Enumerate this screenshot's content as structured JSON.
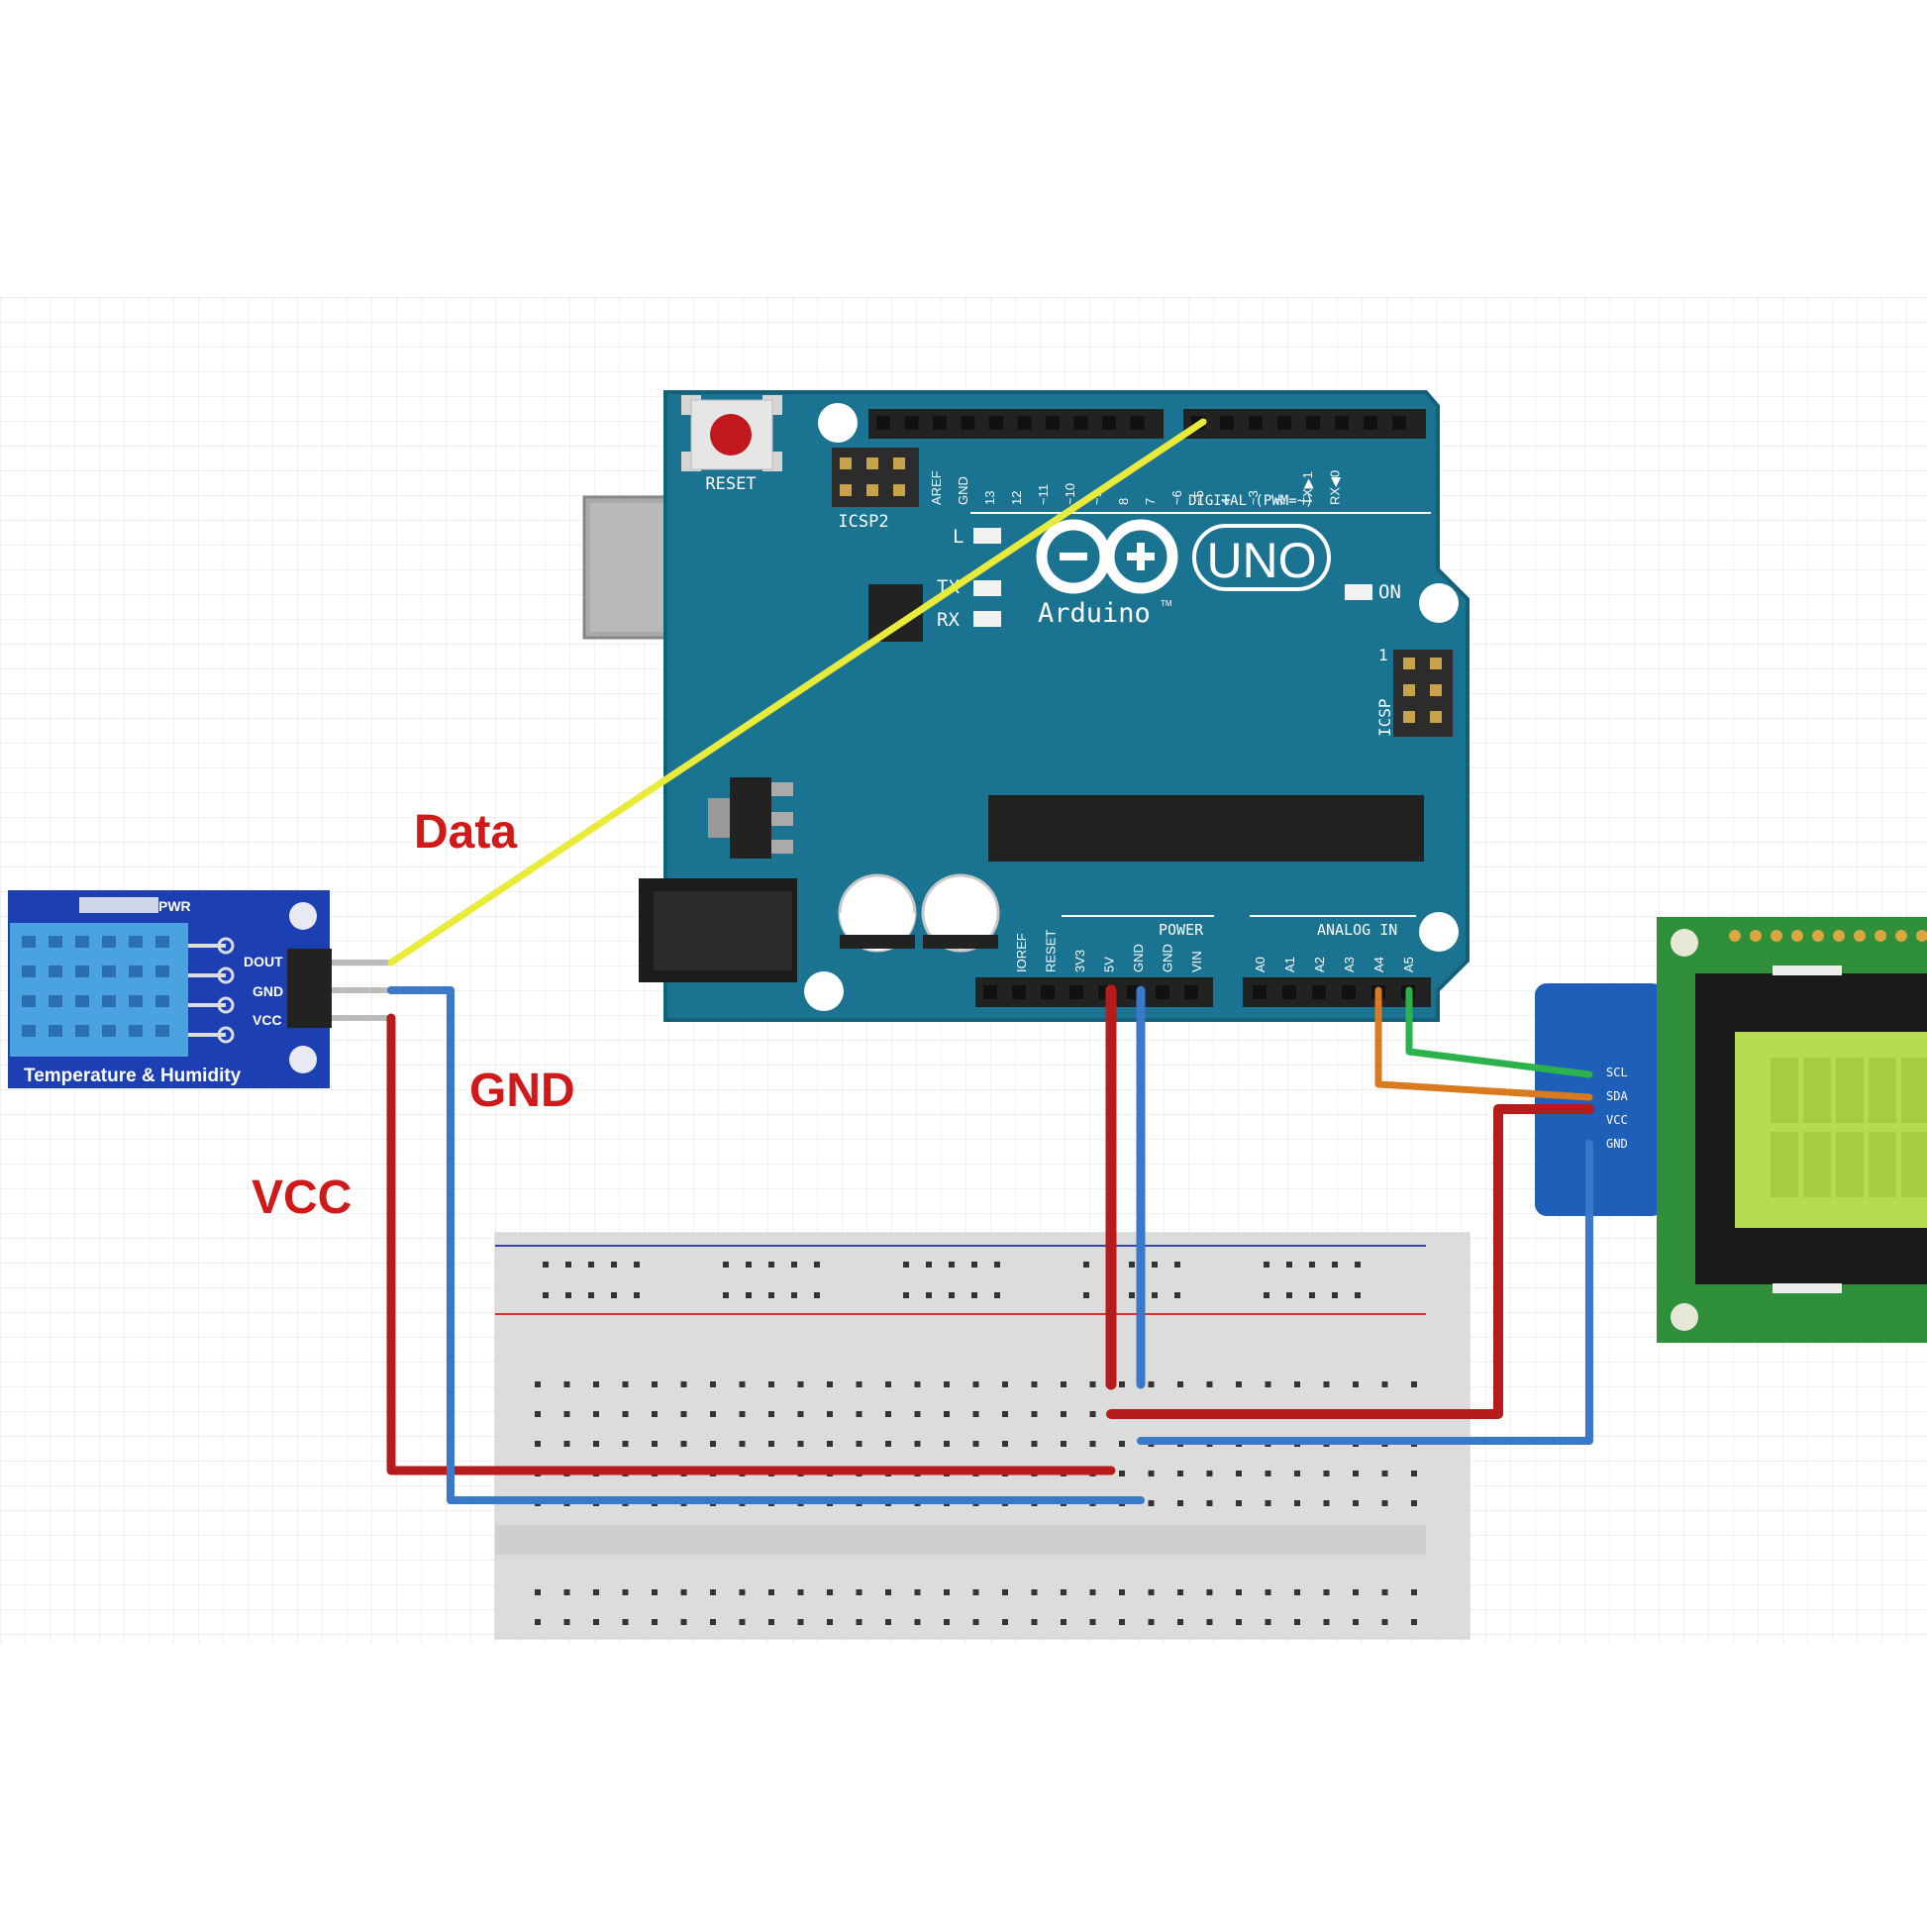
{
  "labels": {
    "data": "Data",
    "gnd": "GND",
    "vcc": "VCC"
  },
  "arduino": {
    "reset": "RESET",
    "icsp2": "ICSP2",
    "icsp": "ICSP",
    "icsp_pin1": "1",
    "led_l": "L",
    "led_tx": "TX",
    "led_rx": "RX",
    "on": "ON",
    "brand": "Arduino",
    "tm": "TM",
    "model": "UNO",
    "digital_label": "DIGITAL (PWM=~)",
    "power_label": "POWER",
    "analog_label": "ANALOG IN",
    "digital_pins": [
      "AREF",
      "GND",
      "13",
      "12",
      "~11",
      "~10",
      "~9",
      "8",
      "7",
      "~6",
      "~5",
      "4",
      "~3",
      "2",
      "TX▶1",
      "RX◀0"
    ],
    "power_pins": [
      "IOREF",
      "RESET",
      "3V3",
      "5V",
      "GND",
      "GND",
      "VIN"
    ],
    "analog_pins": [
      "A0",
      "A1",
      "A2",
      "A3",
      "A4",
      "A5"
    ]
  },
  "sensor": {
    "title": "Temperature & Humidity",
    "pins": [
      "DOUT",
      "GND",
      "VCC"
    ],
    "top_text": "PWR"
  },
  "i2c": {
    "pins": [
      "SCL",
      "SDA",
      "VCC",
      "GND"
    ]
  },
  "colors": {
    "board": "#1a7391",
    "wire_red": "#b71c1c",
    "wire_blue": "#3a78c9",
    "wire_yellow": "#e9ea3a",
    "wire_green": "#2bb24c",
    "wire_orange": "#d97a1e",
    "label_red": "#d01919",
    "lcd_pcb": "#2f8f3a",
    "lcd_screen": "#b6dc53"
  }
}
